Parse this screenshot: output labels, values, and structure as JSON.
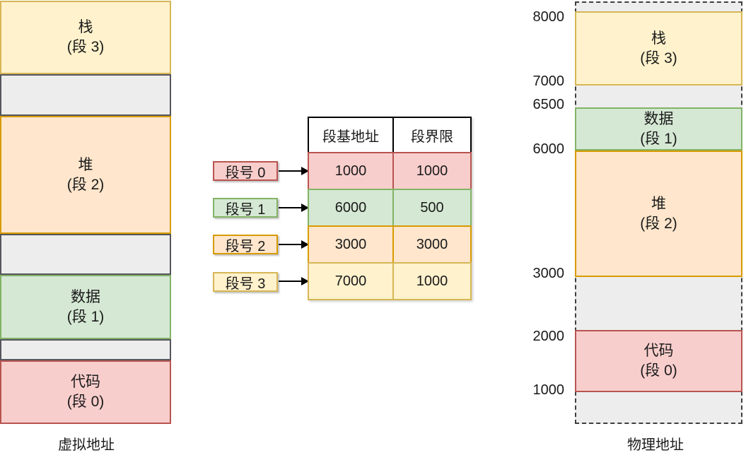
{
  "colors": {
    "yellow_fill": "#fff2cc",
    "yellow_stroke": "#d6b656",
    "orange_fill": "#ffe6cc",
    "orange_stroke": "#d79b00",
    "green_fill": "#d5e8d4",
    "green_stroke": "#82b366",
    "red_fill": "#f8cecc",
    "red_stroke": "#b85450",
    "gray_fill": "#ededed",
    "gray_stroke": "#55555e",
    "dashed_stroke": "#3f3f3f",
    "table_header_fill": "#ffffff",
    "text": "#1a1a1a"
  },
  "virtual_column": {
    "caption": "虚拟地址",
    "blocks": [
      {
        "title": "栈",
        "sub": "(段 3)",
        "kind": "yellow"
      },
      {
        "kind": "gray"
      },
      {
        "title": "堆",
        "sub": "(段 2)",
        "kind": "orange"
      },
      {
        "kind": "gray"
      },
      {
        "title": "数据",
        "sub": "(段 1)",
        "kind": "green"
      },
      {
        "kind": "gray"
      },
      {
        "title": "代码",
        "sub": "(段 0)",
        "kind": "red"
      }
    ]
  },
  "segment_table": {
    "headers": [
      "段基地址",
      "段界限"
    ],
    "rows": [
      {
        "label": "段号 0",
        "base": "1000",
        "limit": "1000",
        "kind": "red"
      },
      {
        "label": "段号 1",
        "base": "6000",
        "limit": "500",
        "kind": "green"
      },
      {
        "label": "段号 2",
        "base": "3000",
        "limit": "3000",
        "kind": "orange"
      },
      {
        "label": "段号 3",
        "base": "7000",
        "limit": "1000",
        "kind": "yellow"
      }
    ]
  },
  "physical_column": {
    "caption": "物理地址",
    "address_marks": [
      "8000",
      "7000",
      "6500",
      "6000",
      "3000",
      "2000",
      "1000"
    ],
    "blocks": [
      {
        "title": "栈",
        "sub": "(段 3)",
        "kind": "yellow"
      },
      {
        "title": "数据",
        "sub": "(段 1)",
        "kind": "green"
      },
      {
        "title": "堆",
        "sub": "(段 2)",
        "kind": "orange"
      },
      {
        "title": "代码",
        "sub": "(段 0)",
        "kind": "red"
      }
    ]
  }
}
